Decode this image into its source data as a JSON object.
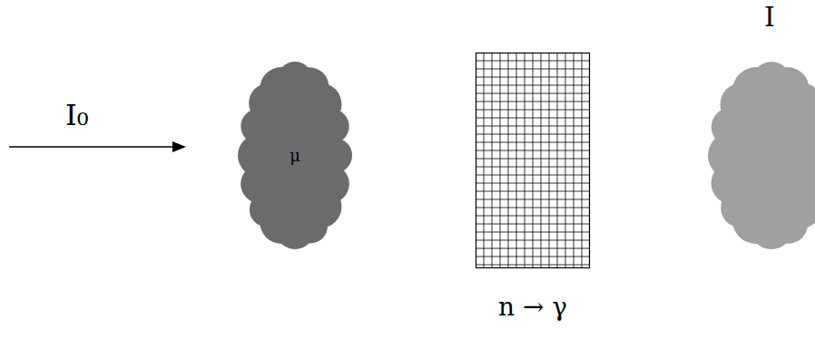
{
  "diagram": {
    "nodes": [
      {
        "text": [
          "μ"
        ]
      },
      {
        "text": [
          "n → γ"
        ]
      },
      {
        "text": [
          "I"
        ]
      }
    ],
    "labels": [
      "I₀"
    ]
  }
}
